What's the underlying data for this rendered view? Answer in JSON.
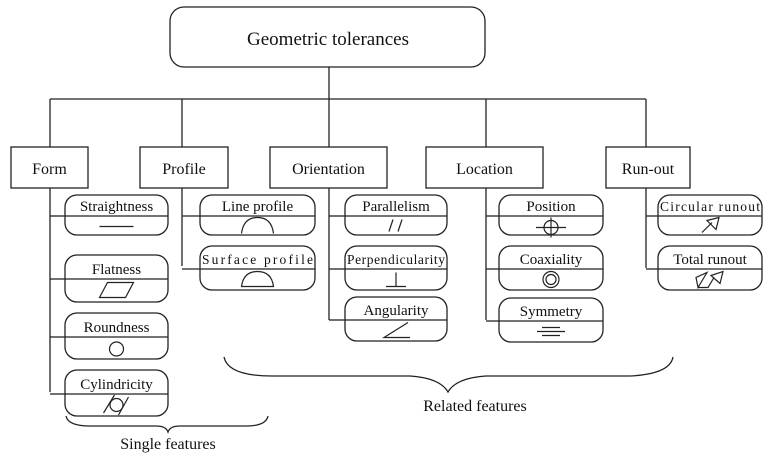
{
  "root": {
    "label": "Geometric tolerances"
  },
  "categories": [
    {
      "id": "form",
      "label": "Form",
      "items": [
        {
          "label": "Straightness",
          "icon": "straightness-icon"
        },
        {
          "label": "Flatness",
          "icon": "flatness-icon"
        },
        {
          "label": "Roundness",
          "icon": "roundness-icon"
        },
        {
          "label": "Cylindricity",
          "icon": "cylindricity-icon"
        }
      ]
    },
    {
      "id": "profile",
      "label": "Profile",
      "items": [
        {
          "label": "Line profile",
          "icon": "line-profile-icon"
        },
        {
          "label": "Surface profile",
          "icon": "surface-profile-icon"
        }
      ]
    },
    {
      "id": "orientation",
      "label": "Orientation",
      "items": [
        {
          "label": "Parallelism",
          "icon": "parallelism-icon"
        },
        {
          "label": "Perpendicularity",
          "icon": "perpendicularity-icon"
        },
        {
          "label": "Angularity",
          "icon": "angularity-icon"
        }
      ]
    },
    {
      "id": "location",
      "label": "Location",
      "items": [
        {
          "label": "Position",
          "icon": "position-icon"
        },
        {
          "label": "Coaxiality",
          "icon": "coaxiality-icon"
        },
        {
          "label": "Symmetry",
          "icon": "symmetry-icon"
        }
      ]
    },
    {
      "id": "runout",
      "label": "Run-out",
      "items": [
        {
          "label": "Circular runout",
          "icon": "circular-runout-icon"
        },
        {
          "label": "Total runout",
          "icon": "total-runout-icon"
        }
      ]
    }
  ],
  "groups": {
    "single": "Single features",
    "related": "Related features"
  }
}
